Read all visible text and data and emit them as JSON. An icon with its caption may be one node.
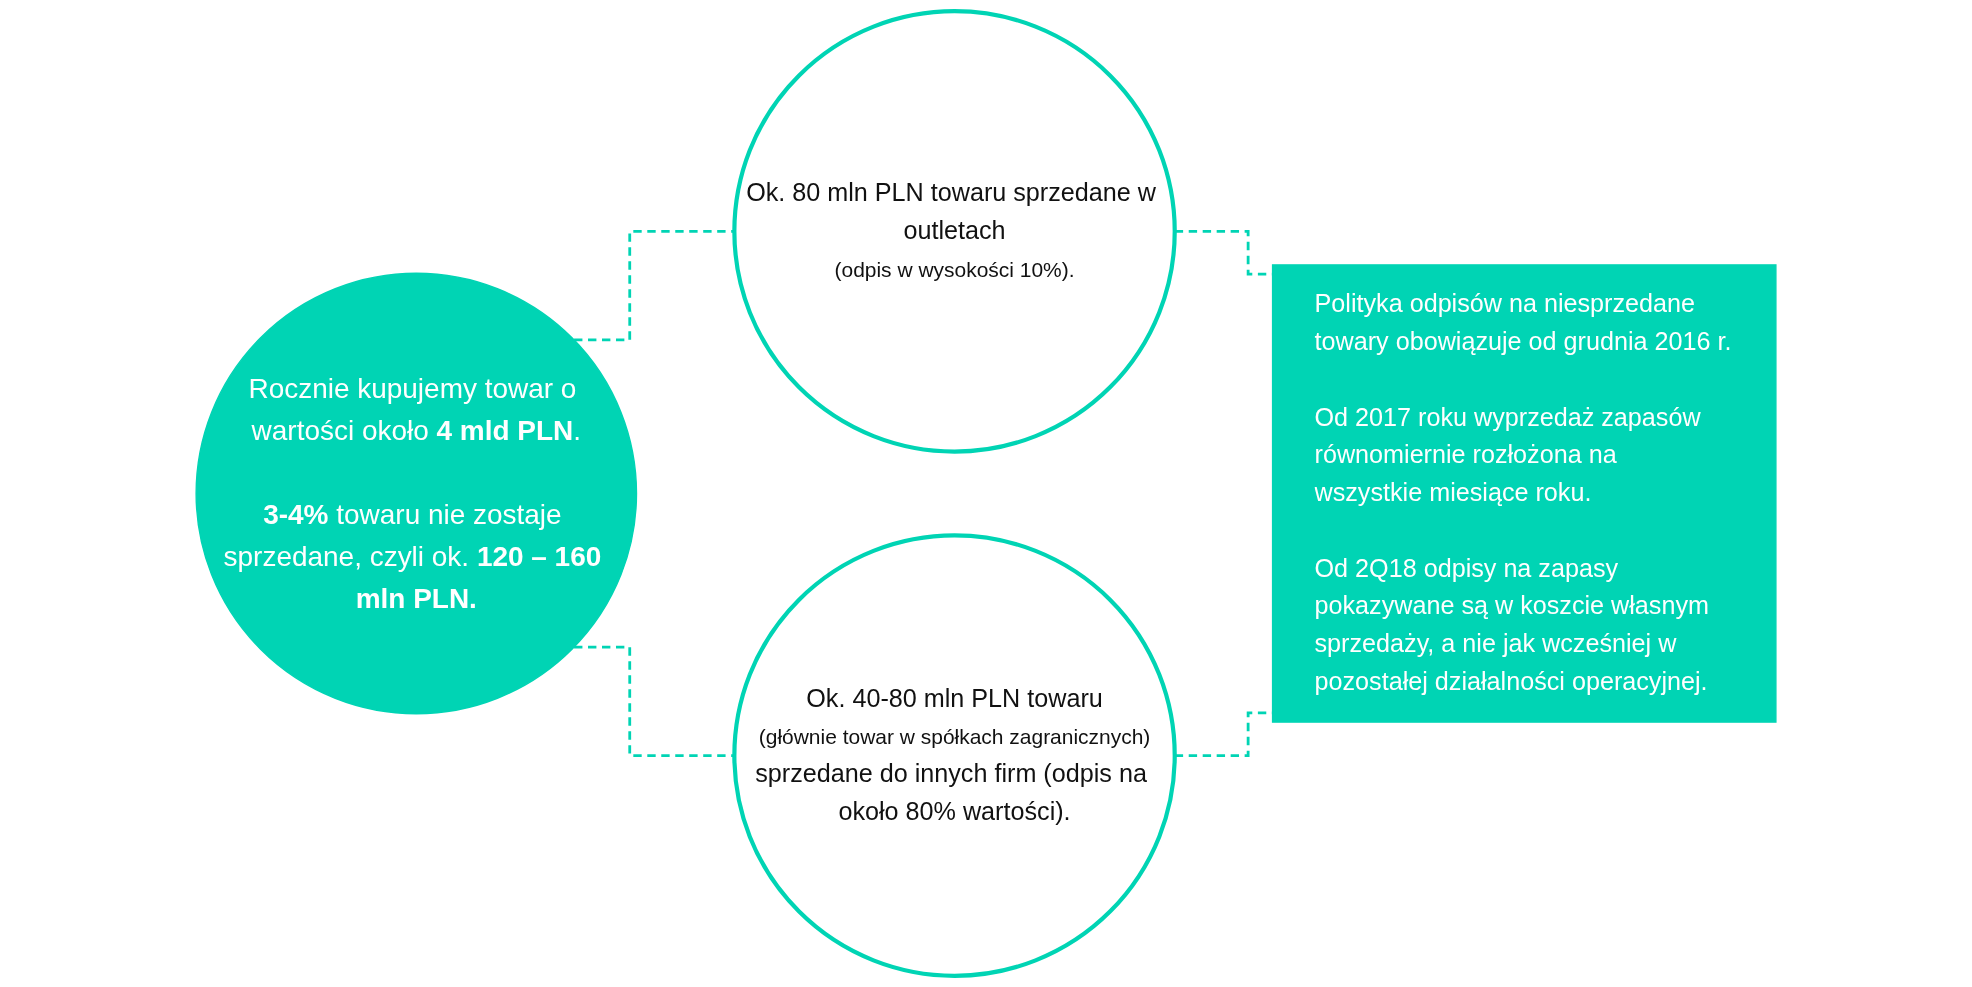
{
  "diagram": {
    "nodes": [
      {
        "text": [
          "Rocznie kupujemy towar o wartości około **4 mld PLN**.",
          "**3-4%** towaru nie zostaje sprzedane, czyli ok. **120 – 160 mln PLN.**"
        ]
      },
      {
        "text": [
          "Ok. 80 mln PLN towaru sprzedane w outletach",
          "(odpis w wysokości 10%)."
        ]
      },
      {
        "text": [
          "Ok. 40-80 mln PLN towaru",
          "(głównie towar w spółkach zagranicznych)",
          "sprzedane do innych firm (odpis na około 80% wartości)."
        ]
      },
      {
        "text": [
          "Polityka odpisów na niesprzedane towary obowiązuje od grudnia 2016 r.",
          "Od 2017 roku wyprzedaż zapasów równomiernie rozłożona na wszystkie miesiące roku.",
          "Od 2Q18 odpisy na zapasy pokazywane są w koszcie własnym sprzedaży, a nie jak wcześniej w pozostałej działalności operacyjnej."
        ]
      }
    ],
    "edges": [
      {
        "from": 0,
        "to": 1,
        "arrow": "none",
        "style": "dashed"
      },
      {
        "from": 0,
        "to": 2,
        "arrow": "none",
        "style": "dashed"
      },
      {
        "from": 1,
        "to": 3,
        "arrow": "none",
        "style": "dashed"
      },
      {
        "from": 2,
        "to": 3,
        "arrow": "none",
        "style": "dashed"
      }
    ]
  }
}
